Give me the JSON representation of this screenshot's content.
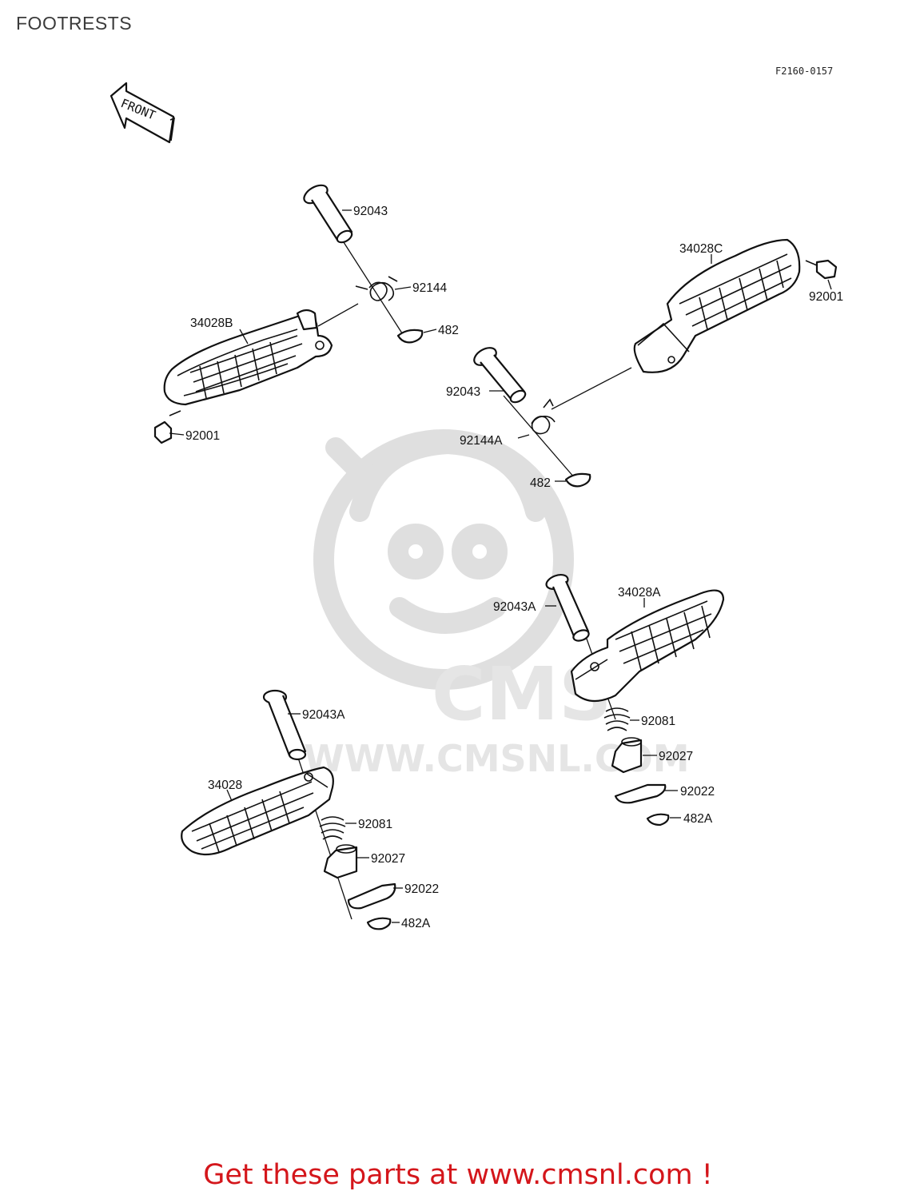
{
  "title": "FOOTRESTS",
  "figure_code": "F2160-0157",
  "front_arrow": "FRONT",
  "watermark": {
    "brand": "CMS",
    "url": "WWW.CMSNL.COM"
  },
  "parts": [
    {
      "id": "p1",
      "label": "92043"
    },
    {
      "id": "p2",
      "label": "92144"
    },
    {
      "id": "p3",
      "label": "482"
    },
    {
      "id": "p4",
      "label": "34028B"
    },
    {
      "id": "p5",
      "label": "92001"
    },
    {
      "id": "p6",
      "label": "34028C"
    },
    {
      "id": "p7",
      "label": "92001"
    },
    {
      "id": "p8",
      "label": "92043"
    },
    {
      "id": "p9",
      "label": "92144A"
    },
    {
      "id": "p10",
      "label": "482"
    },
    {
      "id": "p11",
      "label": "92043A"
    },
    {
      "id": "p12",
      "label": "34028A"
    },
    {
      "id": "p13",
      "label": "92081"
    },
    {
      "id": "p14",
      "label": "92027"
    },
    {
      "id": "p15",
      "label": "92022"
    },
    {
      "id": "p16",
      "label": "482A"
    },
    {
      "id": "p17",
      "label": "92043A"
    },
    {
      "id": "p18",
      "label": "34028"
    },
    {
      "id": "p19",
      "label": "92081"
    },
    {
      "id": "p20",
      "label": "92027"
    },
    {
      "id": "p21",
      "label": "92022"
    },
    {
      "id": "p22",
      "label": "482A"
    }
  ],
  "footer": {
    "text": "Get these parts at www.cmsnl.com !"
  }
}
